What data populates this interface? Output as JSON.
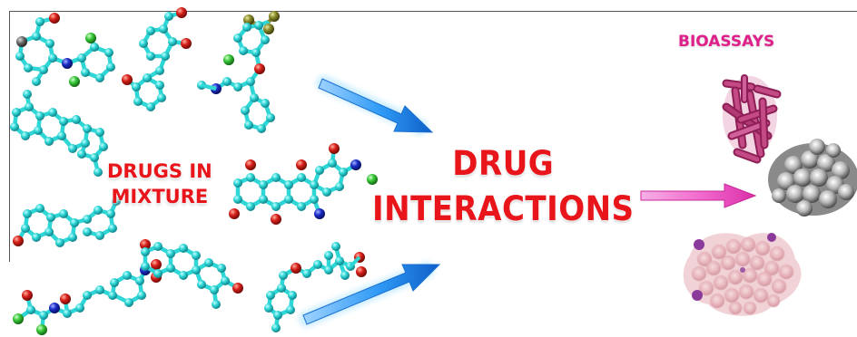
{
  "labels": {
    "drugs_in_mixture": "DRUGS IN MIXTURE",
    "drugs_in_mixture_lines": [
      "DRUGS IN",
      "MIXTURE"
    ],
    "drug_interactions_lines": [
      "DRUG",
      "INTERACTIONS"
    ],
    "bioassays": "BIOASSAYS"
  },
  "colors": {
    "label_red": "#e8151b",
    "label_pink": "#e0208a",
    "atom_carbon": "#2fd6d6",
    "atom_oxygen": "#d8201a",
    "atom_nitrogen": "#1a2cc8",
    "atom_chlorine": "#38c838",
    "atom_fluorine": "#7a7a20",
    "arrow_blue": "#1f8fef",
    "arrow_magenta": "#f060c8",
    "bacteria_rods": "#b0346e",
    "cell_cluster": "#9a9a9a",
    "blood_smear": "#e6b4ba"
  },
  "icons": [
    "molecule-ball-stick",
    "blue-arrow",
    "magenta-arrow",
    "rod-bacteria-micrograph",
    "coccus-sem-micrograph",
    "blood-smear-micrograph"
  ]
}
